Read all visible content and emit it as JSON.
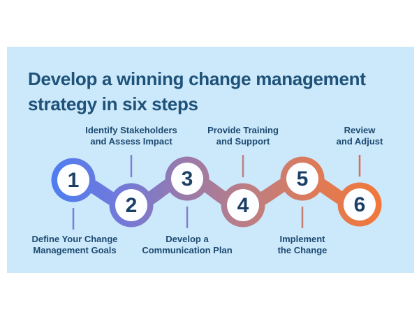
{
  "colors": {
    "page_bg": "#ffffff",
    "card_bg": "#cce8fb",
    "title": "#1e5278",
    "label": "#1d4a70",
    "number": "#1c3f66",
    "inner_circle": "#fdfeff"
  },
  "title": {
    "line1": "Develop a winning change management",
    "line2": "strategy in six steps"
  },
  "gradient": {
    "stops": [
      "#4d7df2",
      "#7379d8",
      "#9c7aa6",
      "#bd7e83",
      "#de7a57",
      "#f1783a"
    ]
  },
  "steps": [
    {
      "number": "1",
      "label_line1": "Define Your Change",
      "label_line2": "Management Goals",
      "label_position": "below",
      "line_color": "#6b83dc"
    },
    {
      "number": "2",
      "label_line1": "Identify Stakeholders",
      "label_line2": "and Assess Impact",
      "label_position": "above",
      "line_color": "#7d7fd6"
    },
    {
      "number": "3",
      "label_line1": "Develop a",
      "label_line2": "Communication Plan",
      "label_position": "below",
      "line_color": "#8380cf"
    },
    {
      "number": "4",
      "label_line1": "Provide Training",
      "label_line2": "and Support",
      "label_position": "above",
      "line_color": "#bf7e85"
    },
    {
      "number": "5",
      "label_line1": "Implement",
      "label_line2": "the Change",
      "label_position": "below",
      "line_color": "#c47d72"
    },
    {
      "number": "6",
      "label_line1": "Review",
      "label_line2": "and Adjust",
      "label_position": "above",
      "line_color": "#e06a50"
    }
  ]
}
